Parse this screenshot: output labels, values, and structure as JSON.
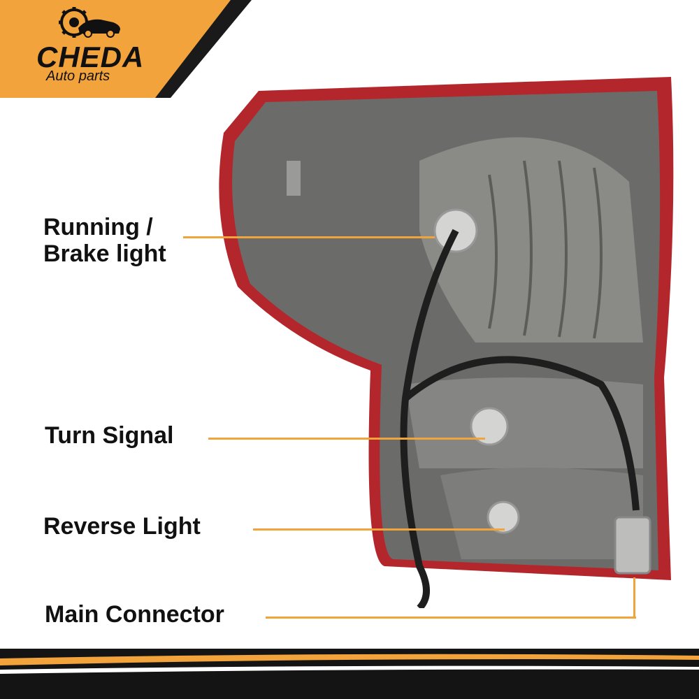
{
  "brand": {
    "name": "CHEDA",
    "subtitle": "Auto parts",
    "accent_color": "#f3a33b",
    "logo_icon": "car-gear-icon"
  },
  "callouts": [
    {
      "label": "Running /",
      "label_line2": "Brake light"
    },
    {
      "label": "Turn Signal"
    },
    {
      "label": "Reverse Light"
    },
    {
      "label": "Main Connector"
    }
  ],
  "colors": {
    "leader_line": "#f0a53a",
    "housing_gray": "#6b6b69",
    "lens_red": "#b3262c",
    "stripe_dark": "#141414"
  }
}
